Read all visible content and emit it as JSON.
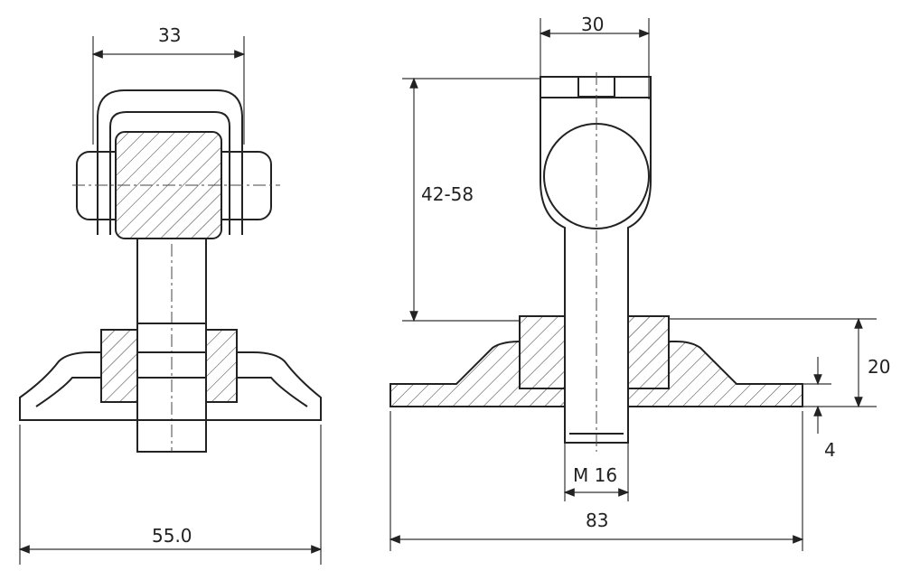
{
  "drawing": {
    "left_view": {
      "top_width_label": "33",
      "base_width_label": "55.0"
    },
    "right_view": {
      "top_width_label": "30",
      "clamp_range_label": "42-58",
      "height_label": "20",
      "plate_thickness_label": "4",
      "thread_label": "M 16",
      "base_width_label": "83"
    }
  }
}
